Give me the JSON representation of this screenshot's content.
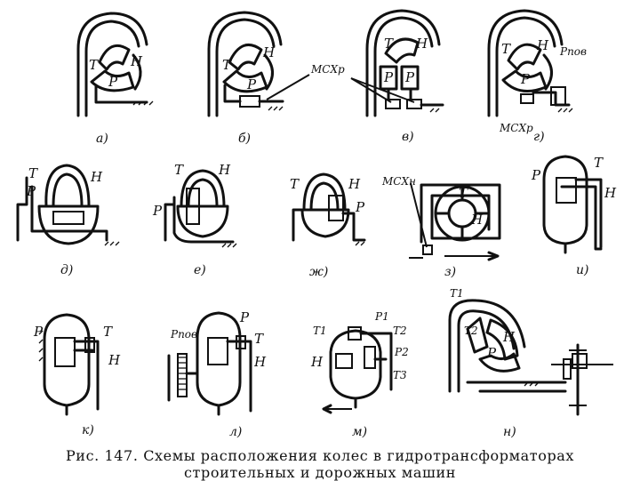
{
  "figure": {
    "caption_line1": "Рис. 147. Схемы расположения колес в гидротрансформаторах",
    "caption_line2": "строительных и дорожных машин"
  },
  "panels": {
    "a": {
      "letter": "а)",
      "T": "Т",
      "H": "Н",
      "P": "Р"
    },
    "b": {
      "letter": "б)",
      "T": "Т",
      "H": "Н",
      "P": "Р",
      "MCX": "МСХр"
    },
    "v": {
      "letter": "в)",
      "T": "Т",
      "H": "Н",
      "P1": "Р",
      "P2": "Р"
    },
    "g": {
      "letter": "г)",
      "T": "Т",
      "H": "Н",
      "Ppov": "Рпов",
      "MCX": "МСХр"
    },
    "d": {
      "letter": "д)",
      "T": "Т",
      "H": "Н",
      "P": "Р"
    },
    "e": {
      "letter": "е)",
      "T": "Т",
      "H": "Н",
      "P": "Р"
    },
    "zh": {
      "letter": "ж)",
      "T": "Т",
      "H": "Н",
      "P": "Р"
    },
    "z": {
      "letter": "з)",
      "T": "Т",
      "H": "Н",
      "MCX": "МСХн"
    },
    "i": {
      "letter": "и)",
      "T": "Т",
      "H": "Н",
      "P": "Р"
    },
    "k": {
      "letter": "к)",
      "T": "Т",
      "H": "Н",
      "P": "Р"
    },
    "l": {
      "letter": "л)",
      "T": "Т",
      "H": "Н",
      "P": "Р",
      "Ppov": "Рпов"
    },
    "m": {
      "letter": "м)",
      "T1": "Т1",
      "T2": "Т2",
      "T3": "Т3",
      "P1": "Р1",
      "P2": "Р2",
      "H": "Н"
    },
    "n": {
      "letter": "н)",
      "T1": "Т1",
      "T2": "Т2",
      "H": "Н",
      "P": "Р"
    }
  }
}
